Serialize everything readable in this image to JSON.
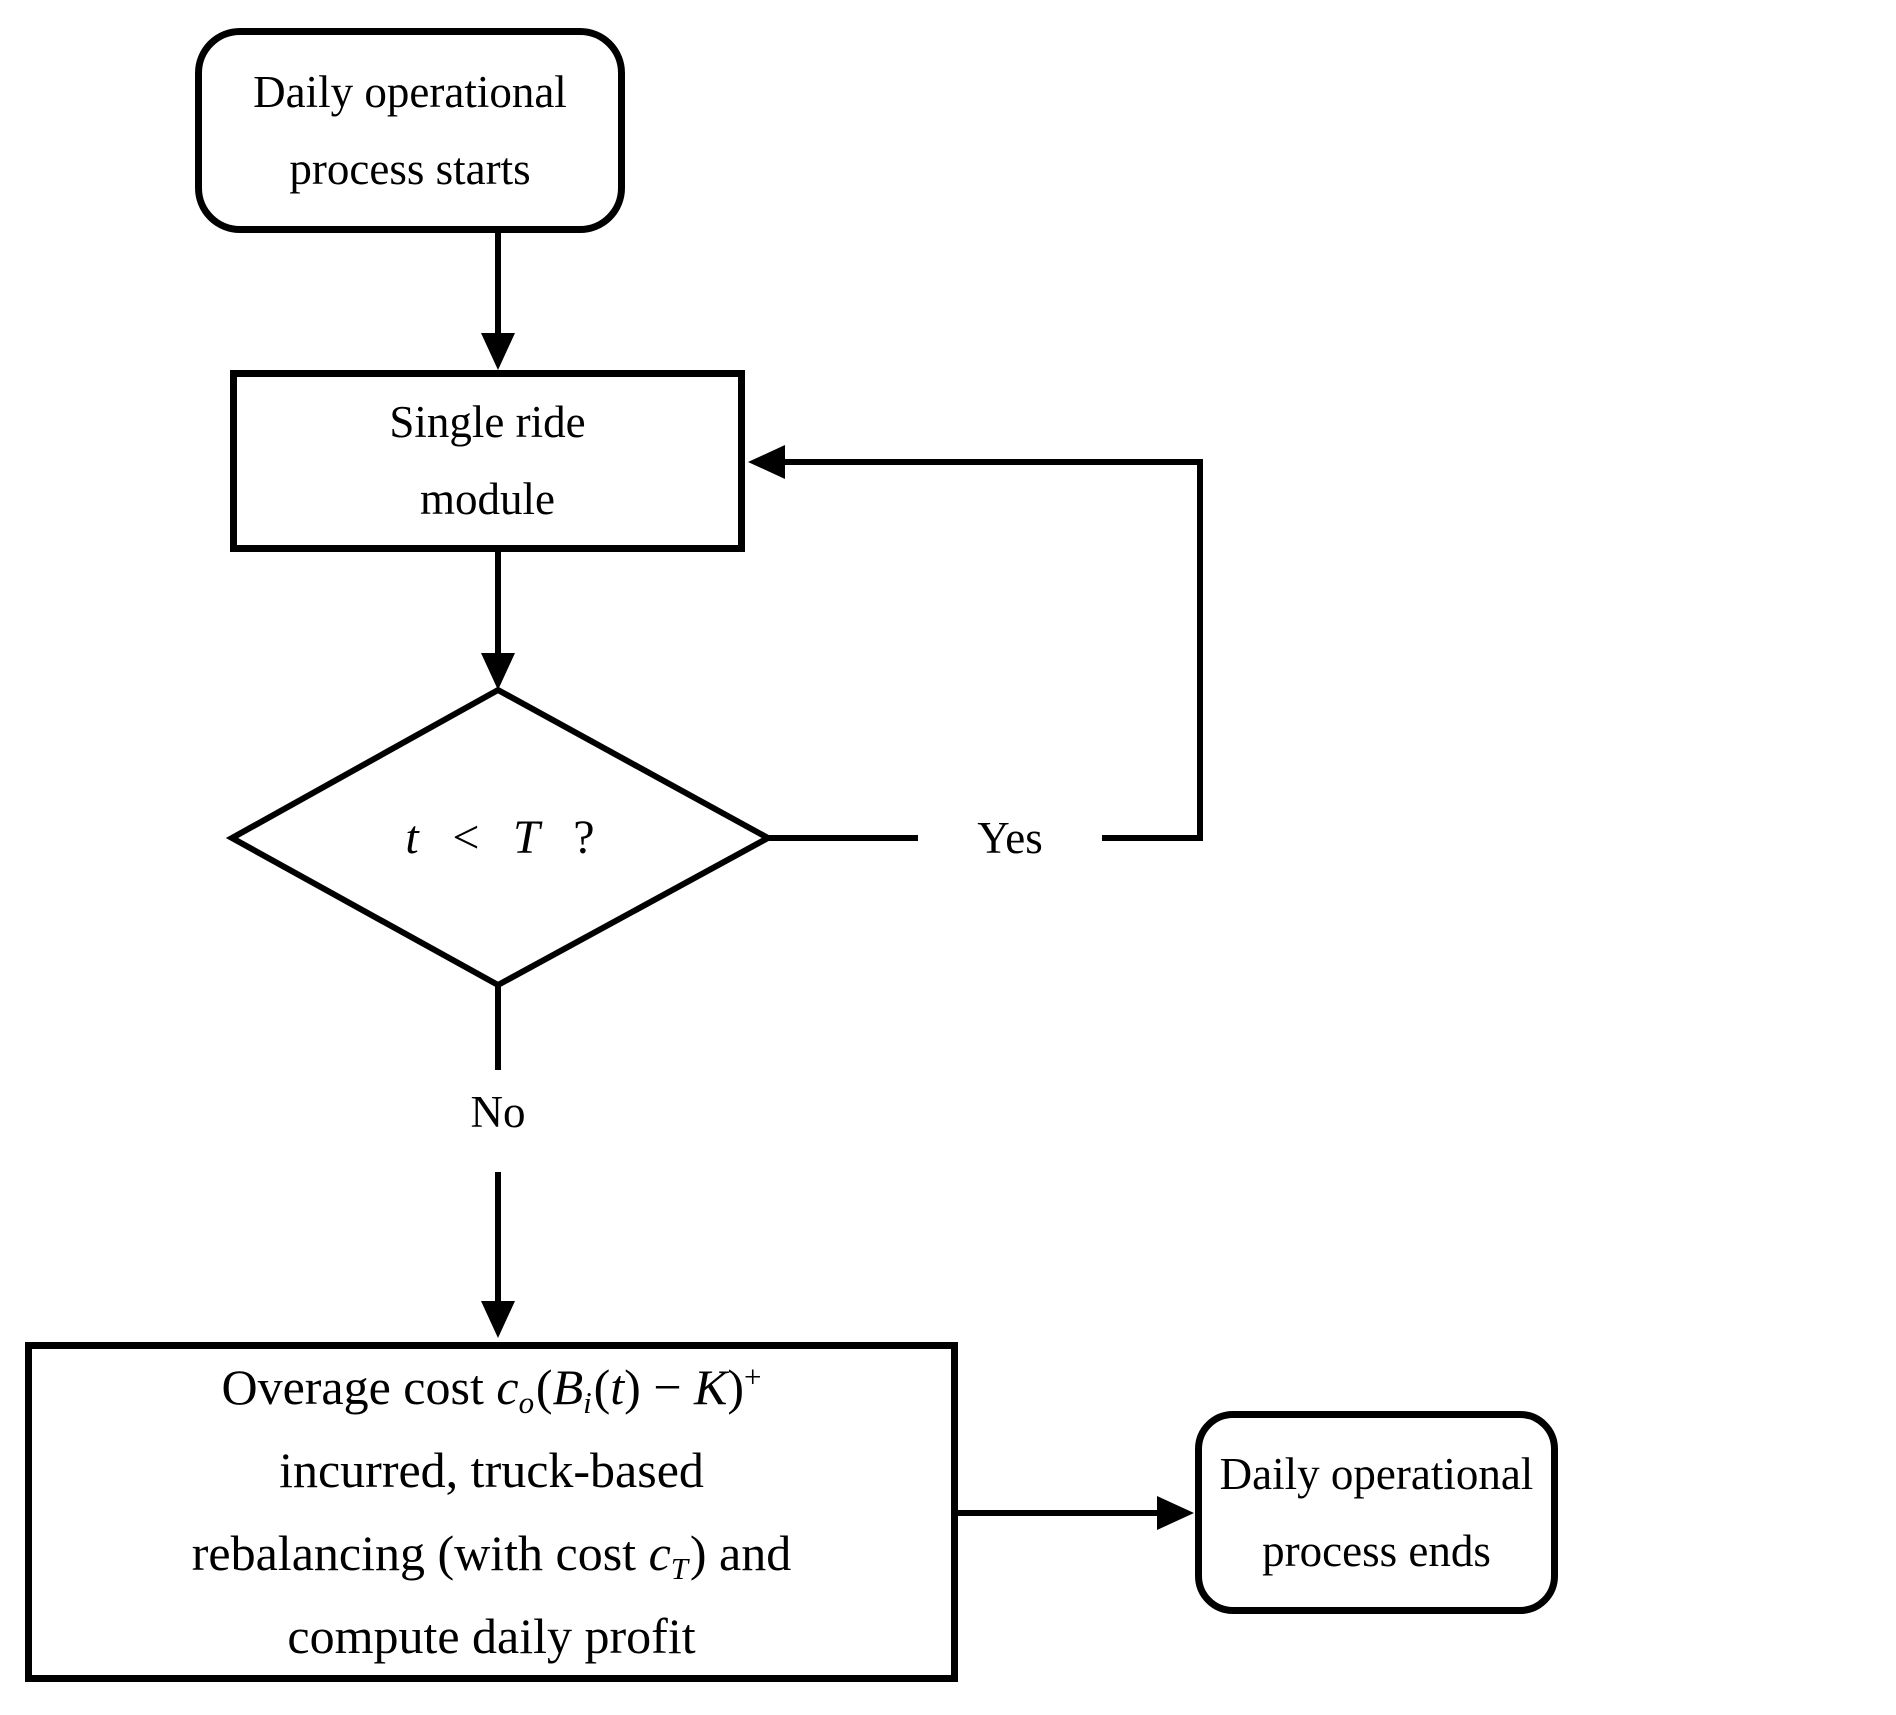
{
  "nodes": {
    "start": {
      "line1": "Daily operational",
      "line2": "process starts"
    },
    "single_ride": {
      "line1": "Single ride",
      "line2": "module"
    },
    "decision": {
      "t": "t",
      "op": " < ",
      "T": "T",
      "q": " ?"
    },
    "overage": {
      "l1a": "Overage cost ",
      "l1b": "c",
      "l1c": "o",
      "l1d": "(",
      "l1e": "B",
      "l1f": "i",
      "l1g": "(",
      "l1h": "t",
      "l1i": ") − ",
      "l1j": "K",
      "l1k": ")",
      "l1l": "+",
      "l2": "incurred, truck-based",
      "l3a": "rebalancing (with cost ",
      "l3b": "c",
      "l3c": "T",
      "l3d": ") and",
      "l4": "compute daily profit"
    },
    "end": {
      "line1": "Daily operational",
      "line2": "process ends"
    }
  },
  "labels": {
    "yes": "Yes",
    "no": "No"
  },
  "colors": {
    "line": "#000000",
    "background": "#ffffff",
    "text": "#000000"
  }
}
